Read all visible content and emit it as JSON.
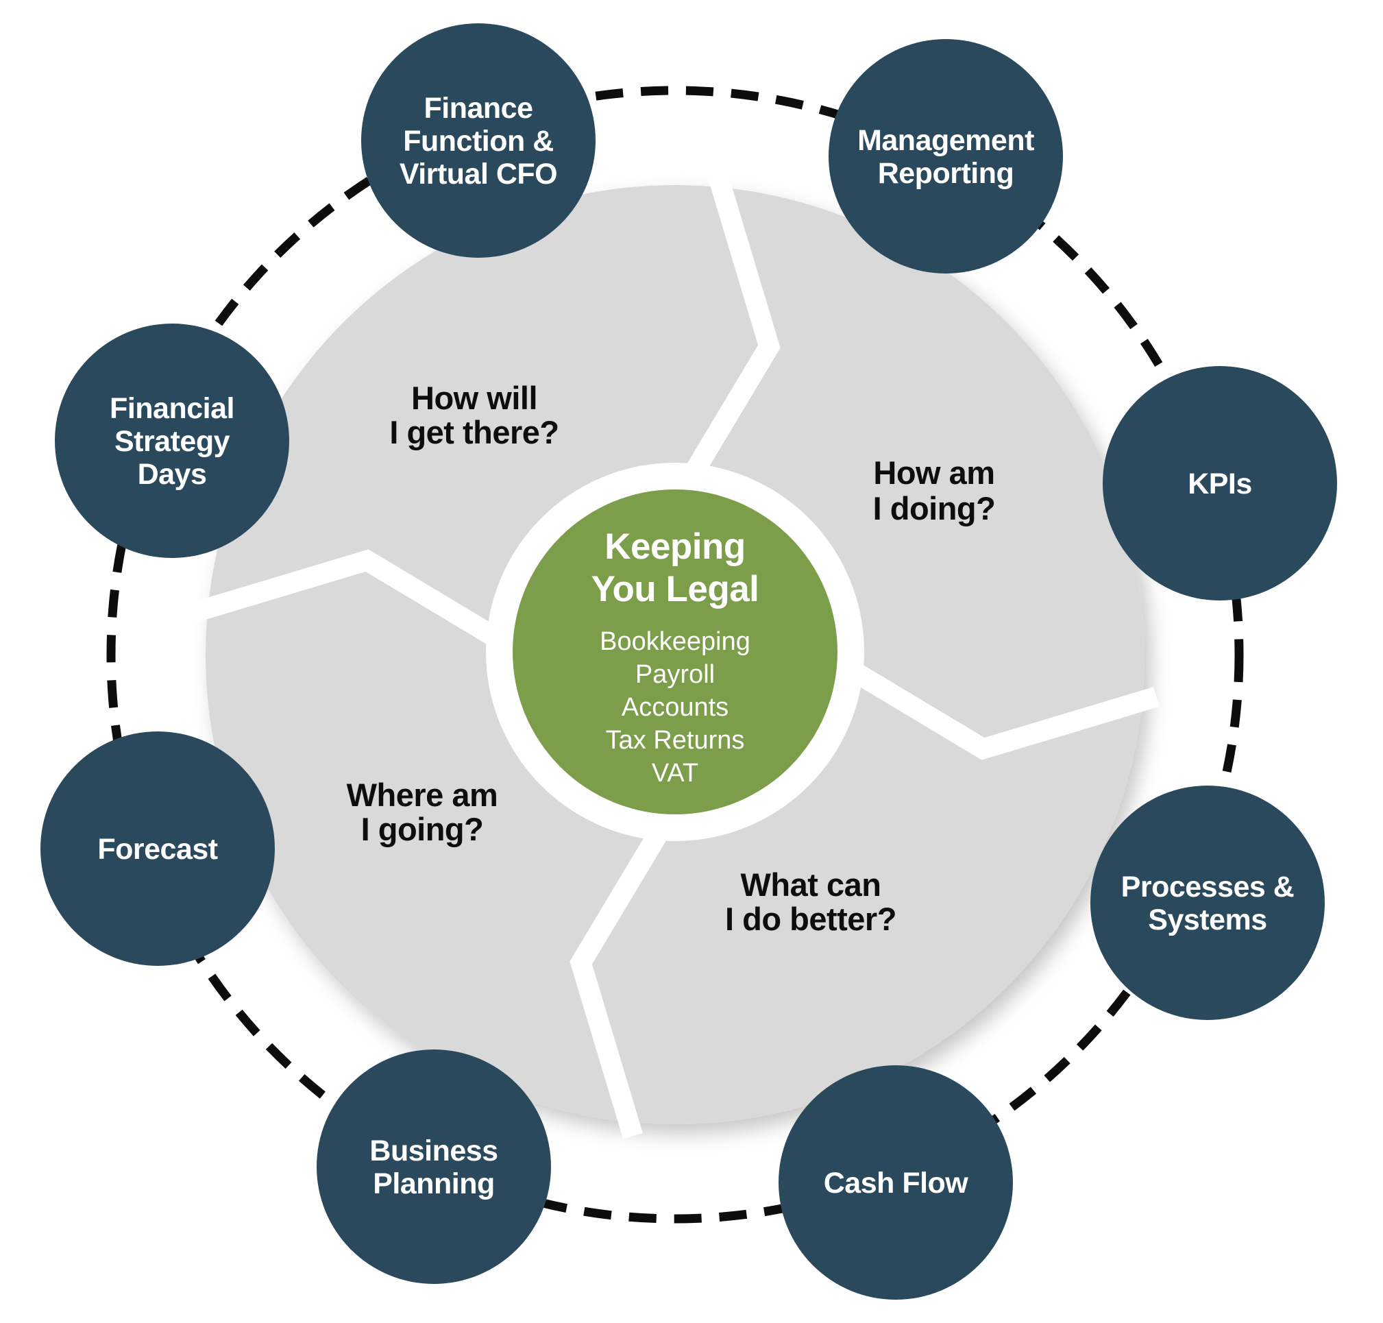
{
  "colors": {
    "node_fill": "#2B495C",
    "center_fill": "#7C9E4B",
    "ring_fill": "#D9D9D9",
    "separator": "#FFFFFF",
    "connector": "#0D0D0D",
    "node_text": "#FFFFFF",
    "question_text": "#0D0D0D"
  },
  "center": {
    "title_lines": [
      "Keeping",
      "You Legal"
    ],
    "services": [
      "Bookkeeping",
      "Payroll",
      "Accounts",
      "Tax Returns",
      "VAT"
    ]
  },
  "questions": [
    {
      "id": "how-will-i-get-there",
      "lines": [
        "How will",
        "I get there?"
      ]
    },
    {
      "id": "how-am-i-doing",
      "lines": [
        "How am",
        "I doing?"
      ]
    },
    {
      "id": "what-can-i-do-better",
      "lines": [
        "What can",
        "I do better?"
      ]
    },
    {
      "id": "where-am-i-going",
      "lines": [
        "Where am",
        "I going?"
      ]
    }
  ],
  "nodes": [
    {
      "id": "finance-function-virtual-cfo",
      "lines": [
        "Finance",
        "Function &",
        "Virtual CFO"
      ]
    },
    {
      "id": "management-reporting",
      "lines": [
        "Management",
        "Reporting"
      ]
    },
    {
      "id": "kpis",
      "lines": [
        "KPIs"
      ]
    },
    {
      "id": "processes-systems",
      "lines": [
        "Processes &",
        "Systems"
      ]
    },
    {
      "id": "cash-flow",
      "lines": [
        "Cash Flow"
      ]
    },
    {
      "id": "business-planning",
      "lines": [
        "Business",
        "Planning"
      ]
    },
    {
      "id": "forecast",
      "lines": [
        "Forecast"
      ]
    },
    {
      "id": "financial-strategy-days",
      "lines": [
        "Financial",
        "Strategy",
        "Days"
      ]
    }
  ]
}
